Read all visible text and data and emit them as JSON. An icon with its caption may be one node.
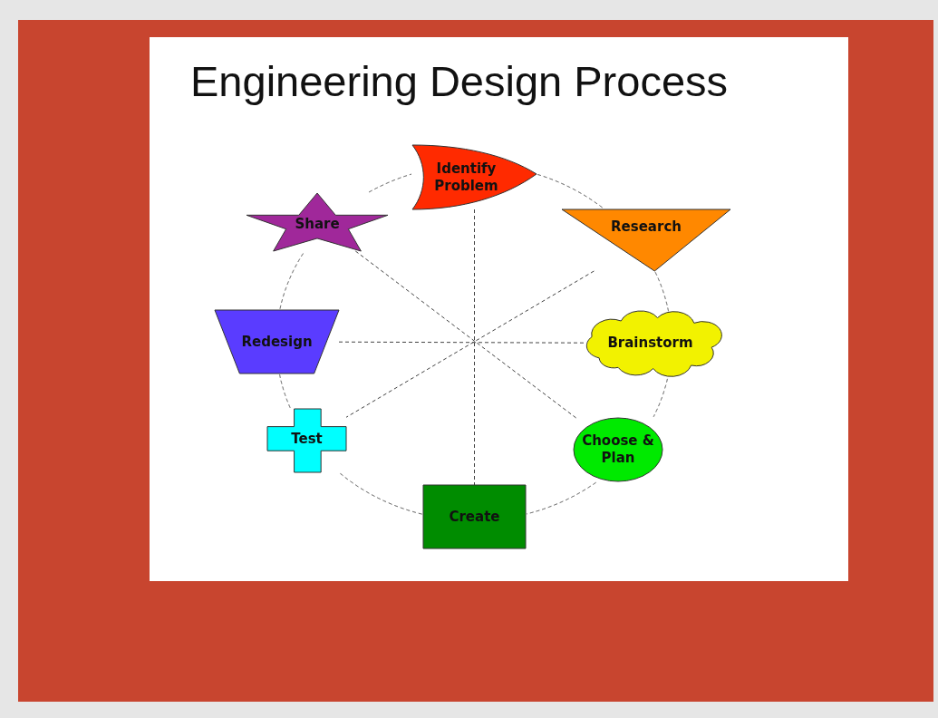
{
  "diagram": {
    "title": "Engineering Design Process",
    "nodes": [
      {
        "text": [
          "Identify Problem"
        ]
      },
      {
        "text": [
          "Research"
        ]
      },
      {
        "text": [
          "Brainstorm"
        ]
      },
      {
        "text": [
          "Choose & Plan"
        ]
      },
      {
        "text": [
          "Create"
        ]
      },
      {
        "text": [
          "Test"
        ]
      },
      {
        "text": [
          "Redesign"
        ]
      },
      {
        "text": [
          "Share"
        ]
      }
    ],
    "edges": [
      {
        "from": 0,
        "to": 1,
        "arrow": "none",
        "style": "dashed"
      },
      {
        "from": 1,
        "to": 2,
        "arrow": "none",
        "style": "dashed"
      },
      {
        "from": 2,
        "to": 3,
        "arrow": "none",
        "style": "dashed"
      },
      {
        "from": 3,
        "to": 4,
        "arrow": "none",
        "style": "dashed"
      },
      {
        "from": 4,
        "to": 5,
        "arrow": "none",
        "style": "dashed"
      },
      {
        "from": 5,
        "to": 6,
        "arrow": "none",
        "style": "dashed"
      },
      {
        "from": 6,
        "to": 7,
        "arrow": "none",
        "style": "dashed"
      },
      {
        "from": 7,
        "to": 0,
        "arrow": "none",
        "style": "dashed"
      },
      {
        "from": 0,
        "to": 4,
        "arrow": "none",
        "style": "dashed"
      },
      {
        "from": 1,
        "to": 5,
        "arrow": "none",
        "style": "dashed"
      },
      {
        "from": 6,
        "to": 2,
        "arrow": "none",
        "style": "dashed"
      },
      {
        "from": 7,
        "to": 3,
        "arrow": "none",
        "style": "dashed"
      }
    ]
  }
}
